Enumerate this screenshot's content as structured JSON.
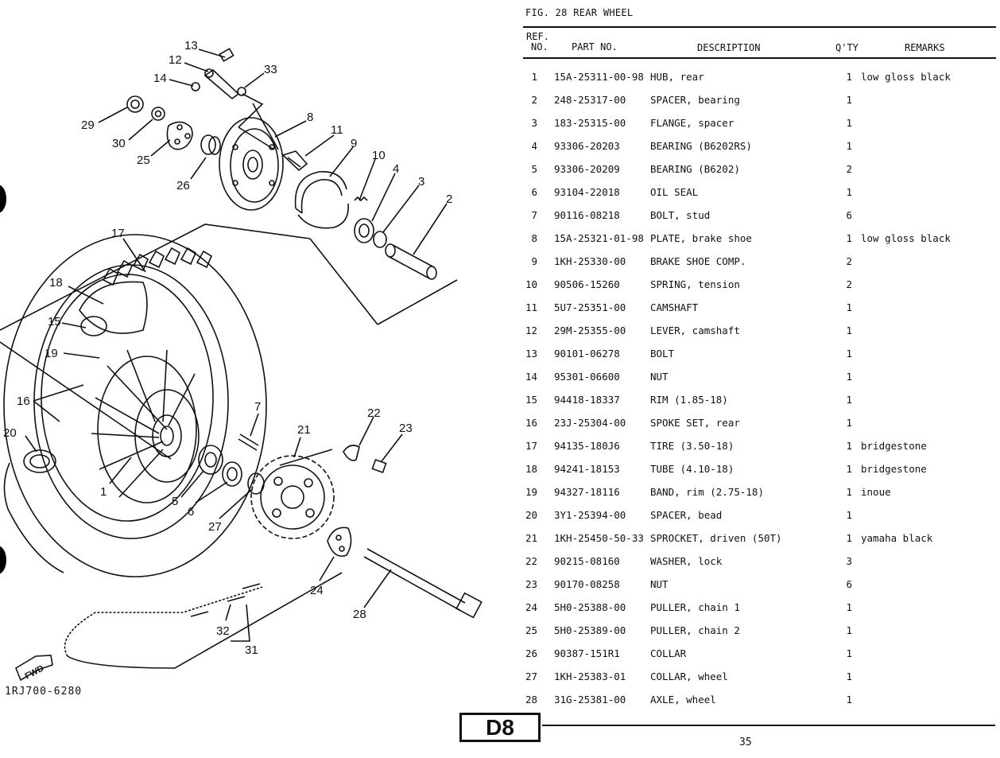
{
  "header": {
    "figure_title": "FIG. 28  REAR WHEEL",
    "columns": {
      "ref_line1": "REF.",
      "ref_line2": "NO.",
      "part_no": "PART NO.",
      "description": "DESCRIPTION",
      "qty": "Q'TY",
      "remarks": "REMARKS"
    }
  },
  "parts": [
    {
      "ref": "1",
      "part_no": "15A-25311-00-98",
      "description": "HUB, rear",
      "qty": "1",
      "remarks": "low gloss black"
    },
    {
      "ref": "2",
      "part_no": "248-25317-00",
      "description": "SPACER, bearing",
      "qty": "1",
      "remarks": ""
    },
    {
      "ref": "3",
      "part_no": "183-25315-00",
      "description": "FLANGE, spacer",
      "qty": "1",
      "remarks": ""
    },
    {
      "ref": "4",
      "part_no": "93306-20203",
      "description": "BEARING (B6202RS)",
      "qty": "1",
      "remarks": ""
    },
    {
      "ref": "5",
      "part_no": "93306-20209",
      "description": "BEARING (B6202)",
      "qty": "2",
      "remarks": ""
    },
    {
      "ref": "6",
      "part_no": "93104-22018",
      "description": "OIL SEAL",
      "qty": "1",
      "remarks": ""
    },
    {
      "ref": "7",
      "part_no": "90116-08218",
      "description": "BOLT, stud",
      "qty": "6",
      "remarks": ""
    },
    {
      "ref": "8",
      "part_no": "15A-25321-01-98",
      "description": "PLATE, brake shoe",
      "qty": "1",
      "remarks": "low gloss black"
    },
    {
      "ref": "9",
      "part_no": "1KH-25330-00",
      "description": "BRAKE SHOE COMP.",
      "qty": "2",
      "remarks": ""
    },
    {
      "ref": "10",
      "part_no": "90506-15260",
      "description": "SPRING, tension",
      "qty": "2",
      "remarks": ""
    },
    {
      "ref": "11",
      "part_no": "5U7-25351-00",
      "description": "CAMSHAFT",
      "qty": "1",
      "remarks": ""
    },
    {
      "ref": "12",
      "part_no": "29M-25355-00",
      "description": "LEVER, camshaft",
      "qty": "1",
      "remarks": ""
    },
    {
      "ref": "13",
      "part_no": "90101-06278",
      "description": "BOLT",
      "qty": "1",
      "remarks": ""
    },
    {
      "ref": "14",
      "part_no": "95301-06600",
      "description": "NUT",
      "qty": "1",
      "remarks": ""
    },
    {
      "ref": "15",
      "part_no": "94418-18337",
      "description": "RIM (1.85-18)",
      "qty": "1",
      "remarks": ""
    },
    {
      "ref": "16",
      "part_no": "23J-25304-00",
      "description": "SPOKE SET, rear",
      "qty": "1",
      "remarks": ""
    },
    {
      "ref": "17",
      "part_no": "94135-180J6",
      "description": "TIRE (3.50-18)",
      "qty": "1",
      "remarks": "bridgestone"
    },
    {
      "ref": "18",
      "part_no": "94241-18153",
      "description": "TUBE (4.10-18)",
      "qty": "1",
      "remarks": "bridgestone"
    },
    {
      "ref": "19",
      "part_no": "94327-18116",
      "description": "BAND, rim (2.75-18)",
      "qty": "1",
      "remarks": "inoue"
    },
    {
      "ref": "20",
      "part_no": "3Y1-25394-00",
      "description": "SPACER, bead",
      "qty": "1",
      "remarks": ""
    },
    {
      "ref": "21",
      "part_no": "1KH-25450-50-33",
      "description": "SPROCKET, driven (50T)",
      "qty": "1",
      "remarks": "yamaha black"
    },
    {
      "ref": "22",
      "part_no": "90215-08160",
      "description": "WASHER, lock",
      "qty": "3",
      "remarks": ""
    },
    {
      "ref": "23",
      "part_no": "90170-08258",
      "description": "NUT",
      "qty": "6",
      "remarks": ""
    },
    {
      "ref": "24",
      "part_no": "5H0-25388-00",
      "description": "PULLER, chain 1",
      "qty": "1",
      "remarks": ""
    },
    {
      "ref": "25",
      "part_no": "5H0-25389-00",
      "description": "PULLER, chain 2",
      "qty": "1",
      "remarks": ""
    },
    {
      "ref": "26",
      "part_no": "90387-151R1",
      "description": "COLLAR",
      "qty": "1",
      "remarks": ""
    },
    {
      "ref": "27",
      "part_no": "1KH-25383-01",
      "description": "COLLAR, wheel",
      "qty": "1",
      "remarks": ""
    },
    {
      "ref": "28",
      "part_no": "31G-25381-00",
      "description": "AXLE, wheel",
      "qty": "1",
      "remarks": ""
    }
  ],
  "diagram": {
    "code": "1RJ700-6280",
    "fwd_label": "FWD",
    "callouts": [
      "13",
      "12",
      "33",
      "14",
      "29",
      "30",
      "25",
      "26",
      "8",
      "11",
      "9",
      "10",
      "4",
      "3",
      "2",
      "17",
      "18",
      "15",
      "19",
      "16",
      "20",
      "1",
      "7",
      "5",
      "6",
      "21",
      "22",
      "23",
      "27",
      "24",
      "28",
      "32",
      "31"
    ]
  },
  "footer": {
    "section_code": "D8",
    "page_number": "35"
  }
}
